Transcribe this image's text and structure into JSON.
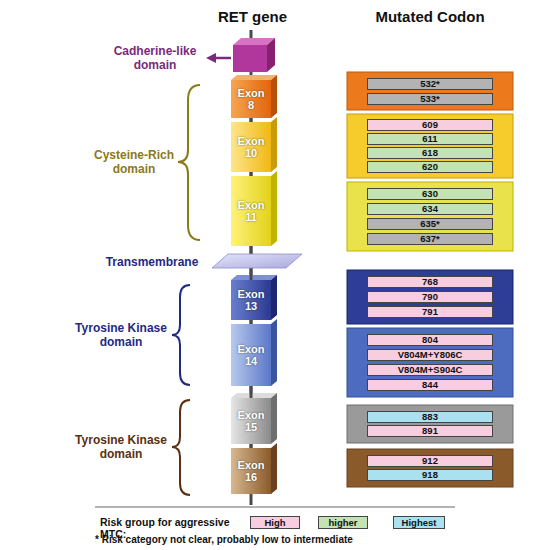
{
  "diagram": {
    "nodes": [
      {
        "text": [
          "Exon 8"
        ]
      },
      {
        "text": [
          "Exon 10"
        ]
      },
      {
        "text": [
          "Exon 11"
        ]
      },
      {
        "text": [
          "Exon 13"
        ]
      },
      {
        "text": [
          "Exon 14"
        ]
      },
      {
        "text": [
          "Exon 15"
        ]
      },
      {
        "text": [
          "Exon 16"
        ]
      },
      {
        "text": [
          "532*"
        ]
      },
      {
        "text": [
          "533*"
        ]
      },
      {
        "text": [
          "609"
        ]
      },
      {
        "text": [
          "611"
        ]
      },
      {
        "text": [
          "618"
        ]
      },
      {
        "text": [
          "620"
        ]
      },
      {
        "text": [
          "630"
        ]
      },
      {
        "text": [
          "634"
        ]
      },
      {
        "text": [
          "635*"
        ]
      },
      {
        "text": [
          "637*"
        ]
      },
      {
        "text": [
          "768"
        ]
      },
      {
        "text": [
          "790"
        ]
      },
      {
        "text": [
          "791"
        ]
      },
      {
        "text": [
          "804"
        ]
      },
      {
        "text": [
          "V804M+Y806C"
        ]
      },
      {
        "text": [
          "V804M+S904C"
        ]
      },
      {
        "text": [
          "844"
        ]
      },
      {
        "text": [
          "883"
        ]
      },
      {
        "text": [
          "891"
        ]
      },
      {
        "text": [
          "912"
        ]
      },
      {
        "text": [
          "918"
        ]
      }
    ],
    "edges": [
      {
        "from": 0,
        "to": 1,
        "arrow": "none"
      },
      {
        "from": 1,
        "to": 2,
        "arrow": "none"
      },
      {
        "from": 2,
        "to": 3,
        "arrow": "none"
      },
      {
        "from": 3,
        "to": 4,
        "arrow": "none"
      },
      {
        "from": 4,
        "to": 5,
        "arrow": "none"
      },
      {
        "from": 5,
        "to": 6,
        "arrow": "none"
      }
    ],
    "labels": [
      "RET gene",
      "Mutated Codon",
      "Cadherine-like domain",
      "Cysteine-Rich domain",
      "Transmembrane",
      "Tyrosine Kinase domain",
      "Tyrosine Kinase domain",
      "Risk group for aggressive MTC:",
      "* Risk category not clear, probably low to intermediate"
    ],
    "legend": [
      {
        "text": "High",
        "color": "#f8cde0"
      },
      {
        "text": "higher",
        "color": "#c3e3b5"
      },
      {
        "text": "Highest",
        "color": "#a9e1f1"
      }
    ]
  }
}
